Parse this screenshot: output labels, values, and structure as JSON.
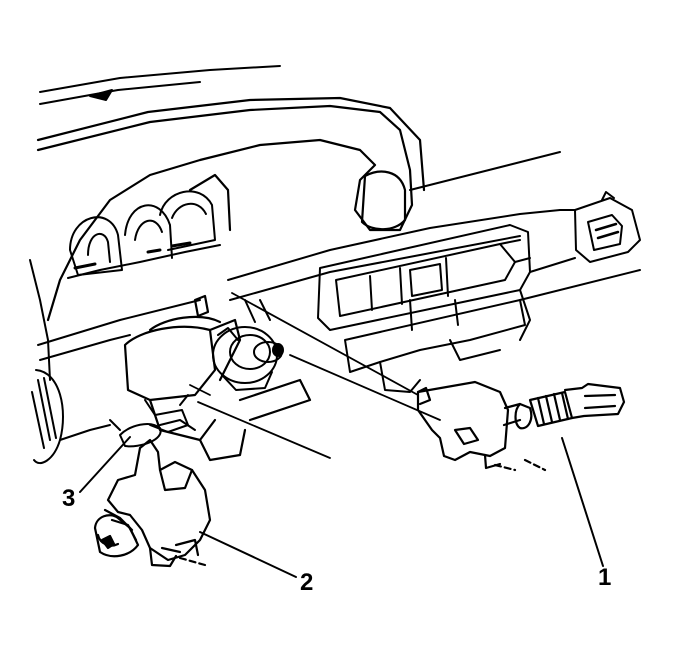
{
  "diagram": {
    "callouts": [
      {
        "id": "1",
        "text": "1"
      },
      {
        "id": "2",
        "text": "2"
      },
      {
        "id": "3",
        "text": "3"
      }
    ],
    "colors": {
      "ink": "#000000",
      "paper": "#ffffff"
    }
  }
}
